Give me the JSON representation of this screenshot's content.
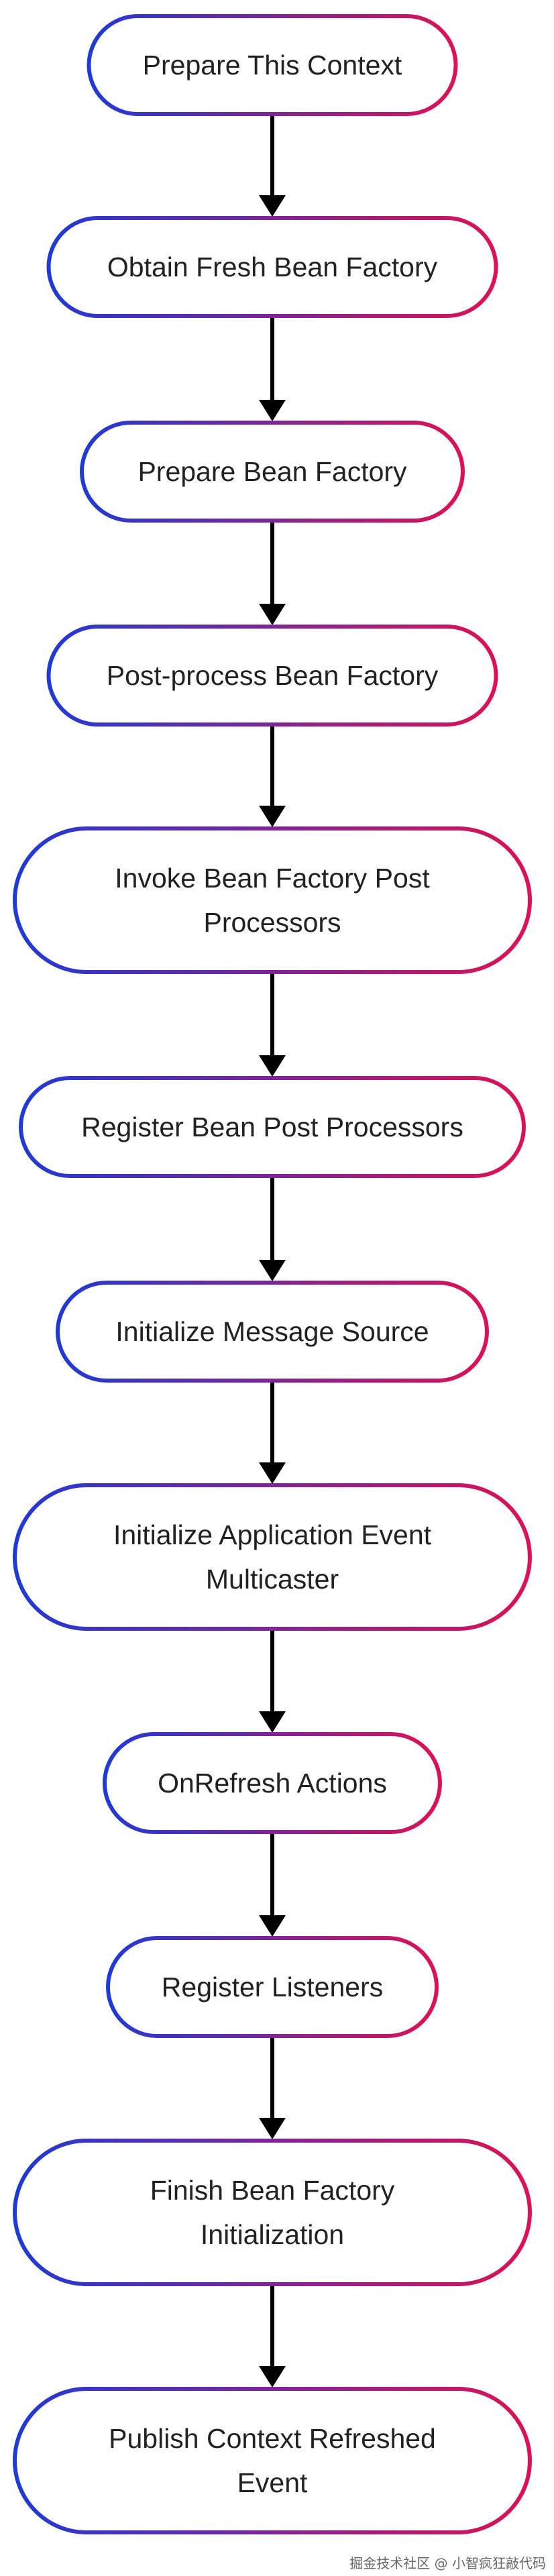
{
  "flowchart": {
    "nodes": [
      {
        "id": "n1",
        "lines": [
          "Prepare This Context"
        ]
      },
      {
        "id": "n2",
        "lines": [
          "Obtain Fresh Bean Factory"
        ]
      },
      {
        "id": "n3",
        "lines": [
          "Prepare Bean Factory"
        ]
      },
      {
        "id": "n4",
        "lines": [
          "Post-process Bean Factory"
        ]
      },
      {
        "id": "n5",
        "lines": [
          "Invoke Bean Factory Post",
          "Processors"
        ]
      },
      {
        "id": "n6",
        "lines": [
          "Register Bean Post Processors"
        ]
      },
      {
        "id": "n7",
        "lines": [
          "Initialize Message Source"
        ]
      },
      {
        "id": "n8",
        "lines": [
          "Initialize Application Event",
          "Multicaster"
        ]
      },
      {
        "id": "n9",
        "lines": [
          "OnRefresh Actions"
        ]
      },
      {
        "id": "n10",
        "lines": [
          "Register Listeners"
        ]
      },
      {
        "id": "n11",
        "lines": [
          "Finish Bean Factory",
          "Initialization"
        ]
      },
      {
        "id": "n12",
        "lines": [
          "Publish Context Refreshed",
          "Event"
        ]
      }
    ],
    "edges": [
      {
        "from": "n1",
        "to": "n2"
      },
      {
        "from": "n2",
        "to": "n3"
      },
      {
        "from": "n3",
        "to": "n4"
      },
      {
        "from": "n4",
        "to": "n5"
      },
      {
        "from": "n5",
        "to": "n6"
      },
      {
        "from": "n6",
        "to": "n7"
      },
      {
        "from": "n7",
        "to": "n8"
      },
      {
        "from": "n8",
        "to": "n9"
      },
      {
        "from": "n9",
        "to": "n10"
      },
      {
        "from": "n10",
        "to": "n11"
      },
      {
        "from": "n11",
        "to": "n12"
      }
    ],
    "colors": {
      "gradient_start": "#1f3ad6",
      "gradient_end": "#dd1155",
      "arrow": "#000000",
      "text": "#222222"
    }
  },
  "watermark": "掘金技术社区 @ 小智疯狂敲代码"
}
